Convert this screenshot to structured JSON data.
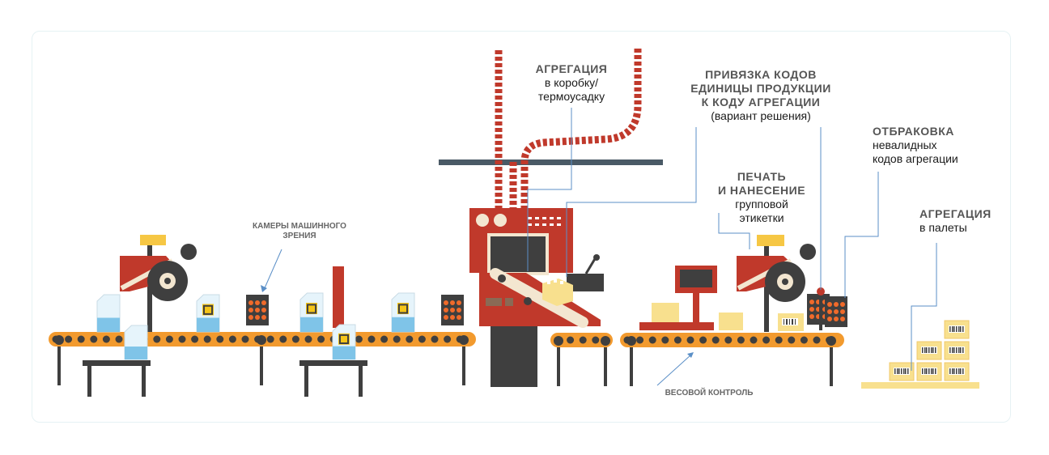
{
  "labels": {
    "aggregation_box": {
      "title": "АГРЕГАЦИЯ",
      "line1": "в коробку/",
      "line2": "термоусадку"
    },
    "binding": {
      "line1": "ПРИВЯЗКА  КОДОВ",
      "line2": "ЕДИНИЦЫ  ПРОДУКЦИИ",
      "line3": "К КОДУ АГРЕГАЦИИ",
      "line4": "(вариант решения)"
    },
    "rejection": {
      "title": "ОТБРАКОВКА",
      "line1": "невалидных",
      "line2": "кодов агрегации"
    },
    "printing": {
      "line1": "ПЕЧАТЬ",
      "line2": "И  НАНЕСЕНИЕ",
      "line3": "групповой",
      "line4": "этикетки"
    },
    "aggregation_pallet": {
      "title": "АГРЕГАЦИЯ",
      "line1": "в палеты"
    },
    "cameras": {
      "line1": "КАМЕРЫ МАШИННОГО",
      "line2": "ЗРЕНИЯ"
    },
    "weight": {
      "text": "ВЕСОВОЙ КОНТРОЛЬ"
    }
  },
  "colors": {
    "red": "#c0392b",
    "dark": "#3f3f3f",
    "orange": "#f29a2e",
    "yellow": "#f8e08e",
    "carton": "#e6f4fb",
    "line": "#5b8fc7"
  }
}
